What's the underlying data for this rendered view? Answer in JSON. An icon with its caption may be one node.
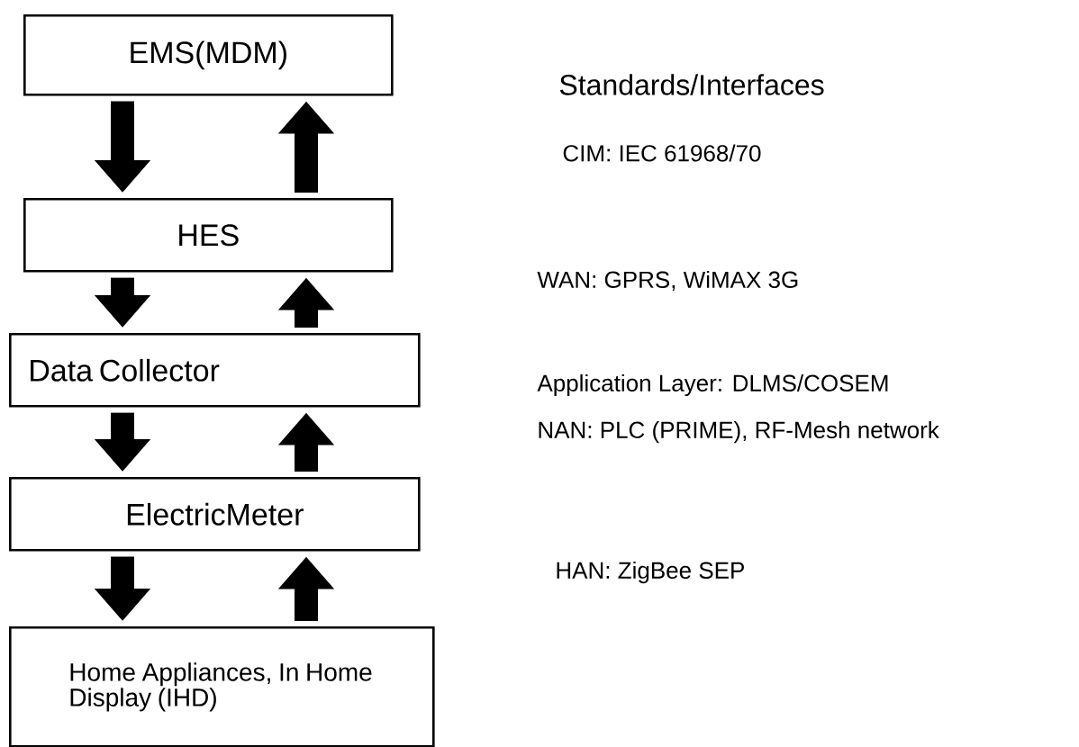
{
  "diagram": {
    "nodes": [
      {
        "text": [
          "EMS(MDM)"
        ]
      },
      {
        "text": [
          "HES"
        ]
      },
      {
        "text": [
          "Data Collector"
        ]
      },
      {
        "text": [
          "ElectricMeter"
        ]
      },
      {
        "text": [
          "Home Appliances, In Home Display (IHD)"
        ]
      }
    ],
    "edges": [
      {
        "from": 0,
        "to": 1,
        "arrow": "to"
      },
      {
        "from": 1,
        "to": 0,
        "arrow": "to"
      },
      {
        "from": 1,
        "to": 2,
        "arrow": "to"
      },
      {
        "from": 2,
        "to": 1,
        "arrow": "to"
      },
      {
        "from": 2,
        "to": 3,
        "arrow": "to"
      },
      {
        "from": 3,
        "to": 2,
        "arrow": "to"
      },
      {
        "from": 3,
        "to": 4,
        "arrow": "to"
      },
      {
        "from": 4,
        "to": 3,
        "arrow": "to"
      }
    ],
    "labels": [
      "Standards/Interfaces",
      "CIM: IEC 61968/70",
      "WAN: GPRS, WiMAX 3G",
      "Application Layer: DLMS/COSEM",
      "NAN: PLC (PRIME), RF-Mesh network",
      "HAN: ZigBee SEP"
    ]
  }
}
